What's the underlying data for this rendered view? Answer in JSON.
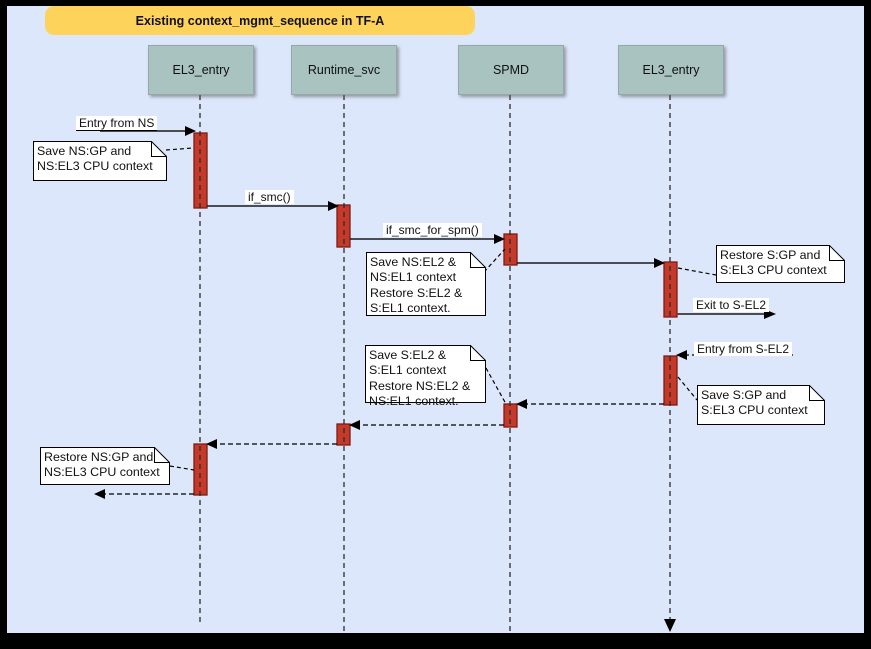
{
  "title": "Existing context_mgmt_sequence in TF-A",
  "lifelines": [
    {
      "label": "EL3_entry"
    },
    {
      "label": "Runtime_svc"
    },
    {
      "label": "SPMD"
    },
    {
      "label": "EL3_entry"
    }
  ],
  "messages": {
    "entry_from_ns": "Entry from NS",
    "if_smc": "if_smc()",
    "if_smc_for_spm": "if_smc_for_spm()",
    "exit_to_s_el2": "Exit to S-EL2",
    "entry_from_s_el2": "Entry from S-EL2"
  },
  "notes": {
    "save_ns_gp": "Save NS:GP and\nNS:EL3 CPU context",
    "save_ns_el2": "Save NS:EL2 &\nNS:EL1 context\nRestore S:EL2 &\nS:EL1 context.",
    "restore_s_gp": "Restore S:GP and\nS:EL3 CPU context",
    "save_s_gp": "Save S:GP and\nS:EL3 CPU context",
    "save_s_el2": "Save S:EL2 &\nS:EL1 context\nRestore NS:EL2 &\nNS:EL1 context.",
    "restore_ns_gp": "Restore NS:GP and\nNS:EL3 CPU context"
  },
  "colors": {
    "background": "#dde7fb",
    "frame": "#000000",
    "title_bg": "#fdd35c",
    "lifeline_head_bg": "#a8c3c0",
    "activation_fill": "#c5392b",
    "activation_border": "#7c1d10",
    "note_bg": "#ffffff"
  }
}
